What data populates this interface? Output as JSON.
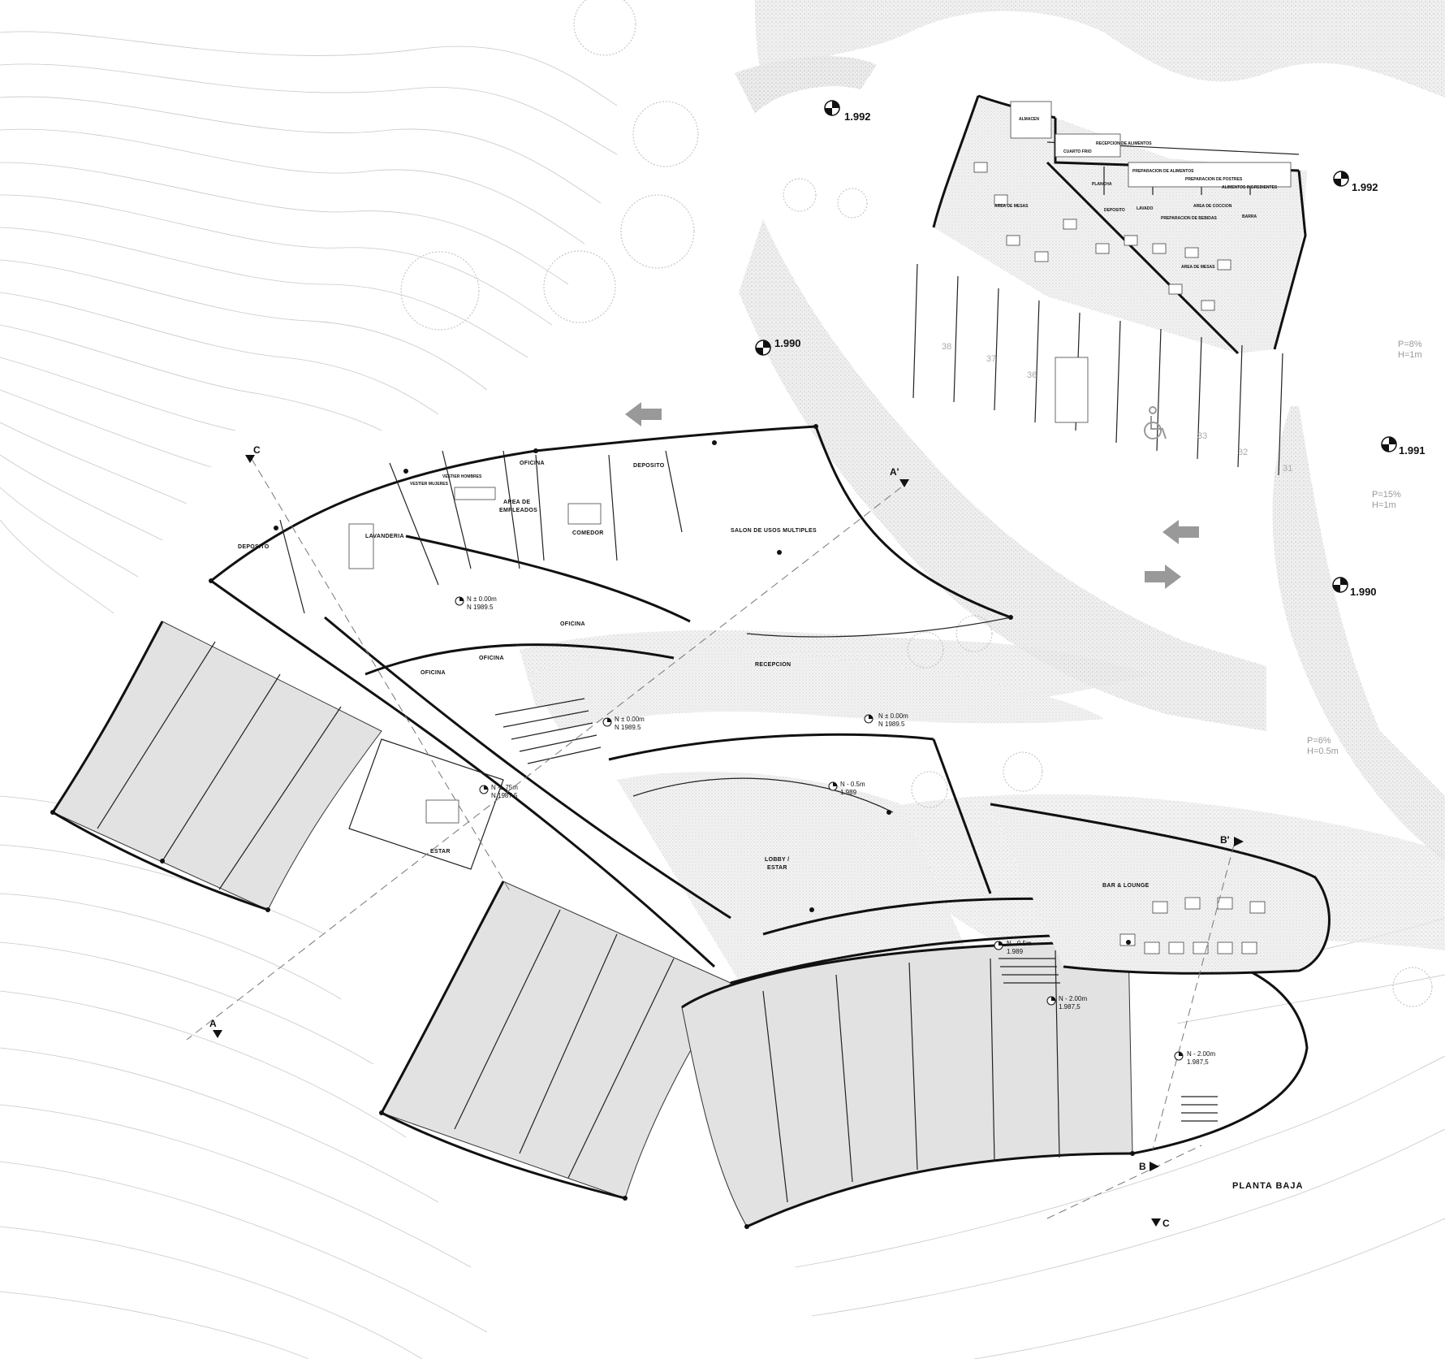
{
  "drawing": {
    "title": "PLANTA BAJA",
    "rooms": {
      "deposito_1": "DEPOSITO",
      "lavanderia": "LAVANDERIA",
      "vestier_mujeres": "VESTIER MUJERES",
      "vestier_hombres": "VESTIER HOMBRES",
      "area_empleados_1": "AREA DE",
      "area_empleados_2": "EMPLEADOS",
      "oficina_1": "OFICINA",
      "deposito_2": "DEPOSITO",
      "comedor": "COMEDOR",
      "salon": "SALON DE USOS MULTIPLES",
      "oficina_2": "OFICINA",
      "oficina_3": "OFICINA",
      "oficina_4": "OFICINA",
      "recepcion": "RECEPCION",
      "estar": "ESTAR",
      "lobby_1": "LOBBY /",
      "lobby_2": "ESTAR",
      "bar": "BAR & LOUNGE",
      "area_mesas_1": "AREA DE MESAS",
      "area_mesas_2": "AREA DE MESAS",
      "cuarto_frio": "CUARTO FRIO",
      "recepcion_alimentos": "RECEPCION DE ALIMENTOS",
      "preparacion_alimentos": "PREPARACION DE ALIMENTOS",
      "alimentos_ingredientes": "ALIMENTOS INGREDIENTES",
      "preparacion_postres": "PREPARACION DE POSTRES",
      "area_coccion": "AREA DE COCCION",
      "plancha": "PLANCHA",
      "lavado": "LAVADO",
      "preparacion_bebidas": "PREPARACION DE BEBIDAS",
      "barra": "BARRA",
      "deposito_3": "DEPOSITO",
      "almacen": "ALMACEN"
    },
    "levels": {
      "top_left": "1.992",
      "top_right": "1.992",
      "mid": "1.990",
      "right_1": "1.991",
      "right_2": "1.990",
      "n0_a1": "N ± 0.00m",
      "n0_a2": "N 1989.5",
      "n0_b1": "N ± 0.00m",
      "n0_b2": "N 1989.5",
      "n0_c1": "N ± 0.00m",
      "n0_c2": "N 1989.5",
      "n175_1": "N -1.75m",
      "n175_2": "N 1987.5",
      "n05_a1": "N - 0.5m",
      "n05_a2": "1.989",
      "n05_b1": "N - 0.5m",
      "n05_b2": "1.989",
      "n2_a1": "N - 2.00m",
      "n2_a2": "1.987,5",
      "n2_b1": "N - 2.00m",
      "n2_b2": "1.987,5"
    },
    "parking": [
      "38",
      "37",
      "36",
      "33",
      "32",
      "31"
    ],
    "slopes": {
      "s1a": "P=8%",
      "s1b": "H=1m",
      "s2a": "P=15%",
      "s2b": "H=1m",
      "s3a": "P=6%",
      "s3b": "H=0.5m"
    },
    "cuts": {
      "c_top": "C",
      "c_bottom": "C",
      "a_top": "A'",
      "a_bottom": "A",
      "b_top": "B'",
      "b_bottom": "B"
    }
  },
  "colors": {
    "wall": "#111111",
    "room_fill": "#e2e2e2",
    "contour": "#c8c8c8",
    "arrow": "#999999"
  }
}
